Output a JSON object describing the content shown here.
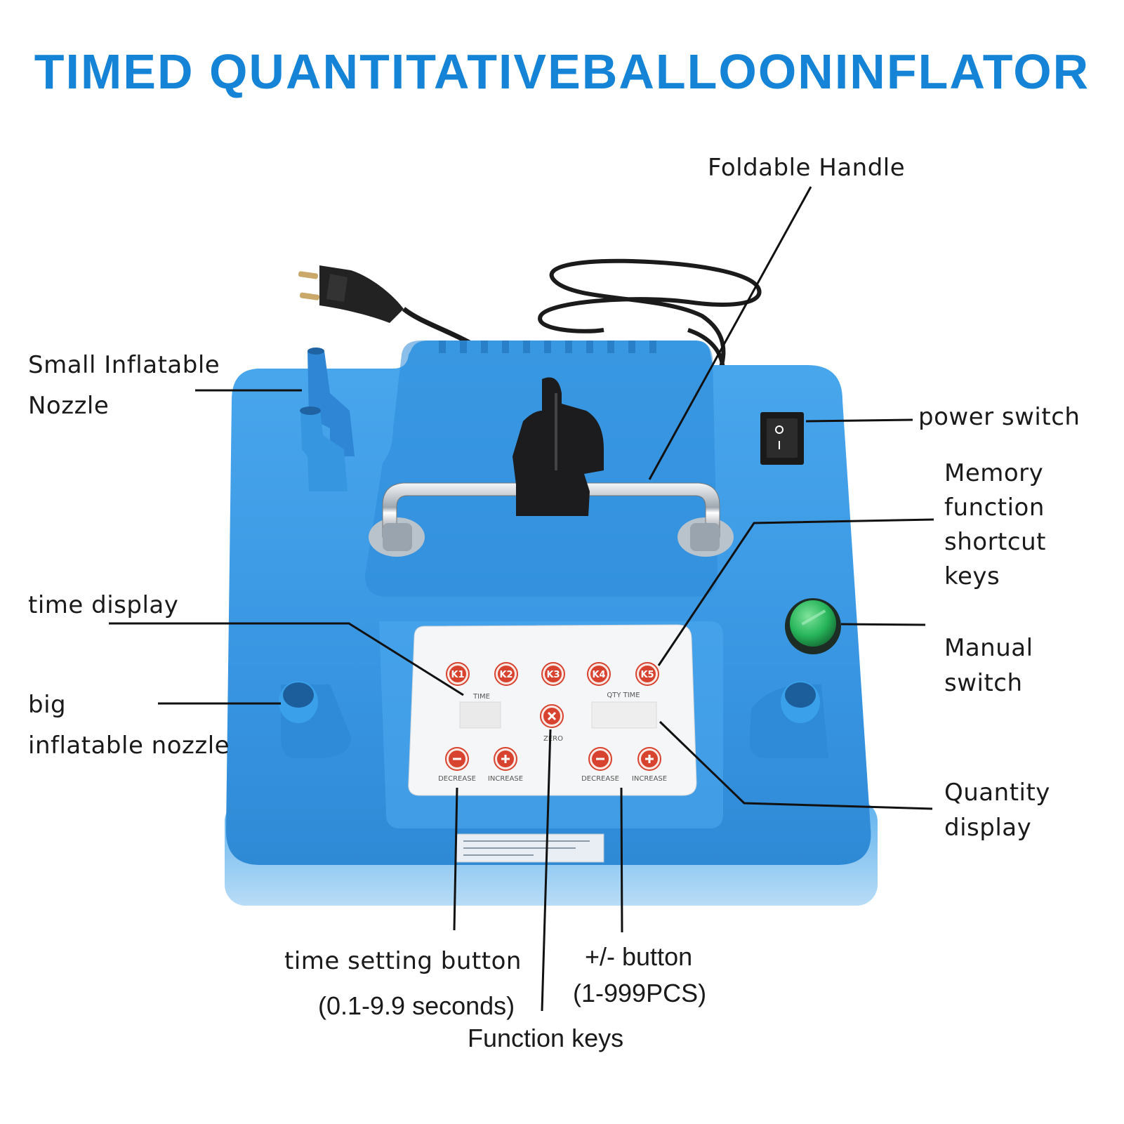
{
  "title": "TIMED QUANTITATIVEBALLOONINFLATOR",
  "labels": {
    "foldable_handle": "Foldable Handle",
    "small_nozzle_1": "Small Inflatable",
    "small_nozzle_2": "Nozzle",
    "power_switch": "power switch",
    "memory_1": "Memory",
    "memory_2": "function",
    "memory_3": "shortcut",
    "memory_4": "keys",
    "time_display": "time display",
    "manual_1": "Manual",
    "manual_2": "switch",
    "big_nozzle_1": "big",
    "big_nozzle_2": "inflatable nozzle",
    "quantity_1": "Quantity",
    "quantity_2": "display",
    "time_setting_1": "time setting button",
    "time_setting_2": "(0.1-9.9 seconds)",
    "function_keys": "Function keys",
    "plusminus_1": "+/- button",
    "plusminus_2": "(1-999PCS)"
  },
  "panel": {
    "keys": [
      "K1",
      "K2",
      "K3",
      "K4",
      "K5"
    ],
    "time_caption": "TIME",
    "qty_caption": "QTY TIME",
    "zero_caption": "ZERO",
    "decrease": "DECREASE",
    "increase": "INCREASE"
  },
  "colors": {
    "title": "#1584d6",
    "body": "#3b9be6",
    "body_dark": "#2a86d6",
    "key_red": "#d8432f",
    "manual_green": "#27b55a"
  },
  "icons": {
    "power_switch": "rocker-switch-icon",
    "manual_switch": "green-button-icon",
    "plug": "eu-plug-icon"
  }
}
